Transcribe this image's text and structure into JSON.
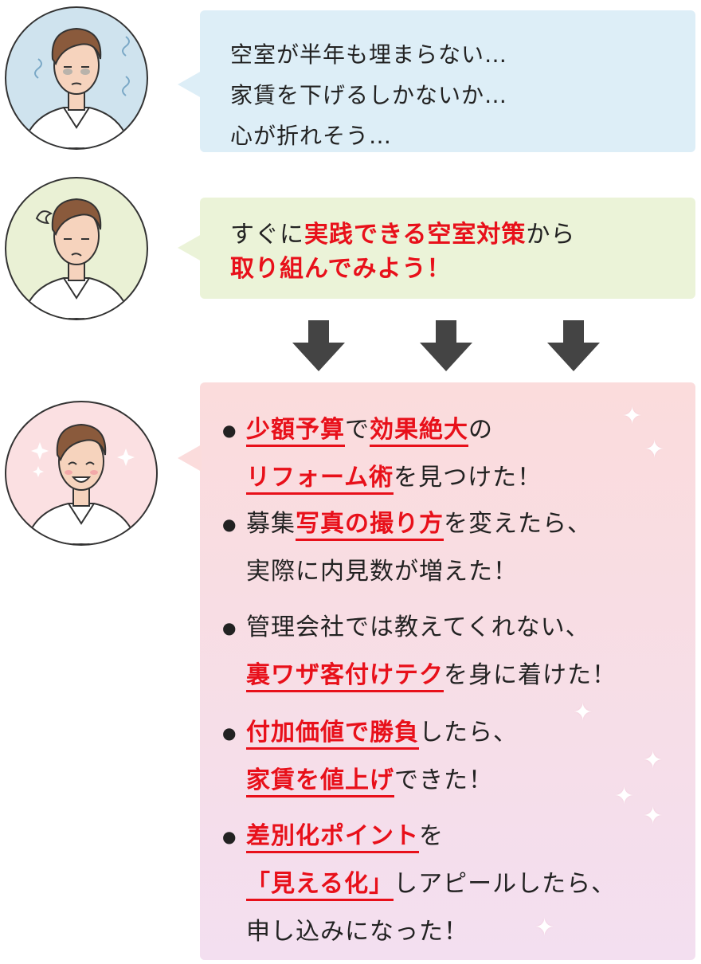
{
  "bubble1": {
    "lines": [
      "空室が半年も埋まらない…",
      "家賃を下げるしかないか…",
      "心が折れそう…"
    ]
  },
  "bubble2": {
    "line1_pre": "すぐに",
    "line1_red": "実践できる空室対策",
    "line1_post": "から",
    "line2_red": "取り組んでみよう！"
  },
  "bubble3": {
    "items": [
      {
        "l1a": "少額予算",
        "l1b": "で",
        "l1c": "効果絶大",
        "l1d": "の",
        "l2a": "リフォーム術",
        "l2b": "を見つけた！"
      },
      {
        "l1a": "募集",
        "l1b": "写真の撮り方",
        "l1c": "を変えたら、",
        "l2": "実際に内見数が増えた！"
      },
      {
        "l1": "管理会社では教えてくれない、",
        "l2a": "裏ワザ客付けテク",
        "l2b": "を身に着けた！"
      },
      {
        "l1a": "付加価値で勝負",
        "l1b": "したら、",
        "l2a": "家賃を値上げ",
        "l2b": "できた！"
      },
      {
        "l1a": "差別化ポイント",
        "l1b": "を",
        "l2a": "「見える化」",
        "l2b": "しアピールしたら、",
        "l3": "申し込みになった！"
      }
    ]
  },
  "colors": {
    "accent": "#e8101a",
    "arrow": "#444444"
  }
}
